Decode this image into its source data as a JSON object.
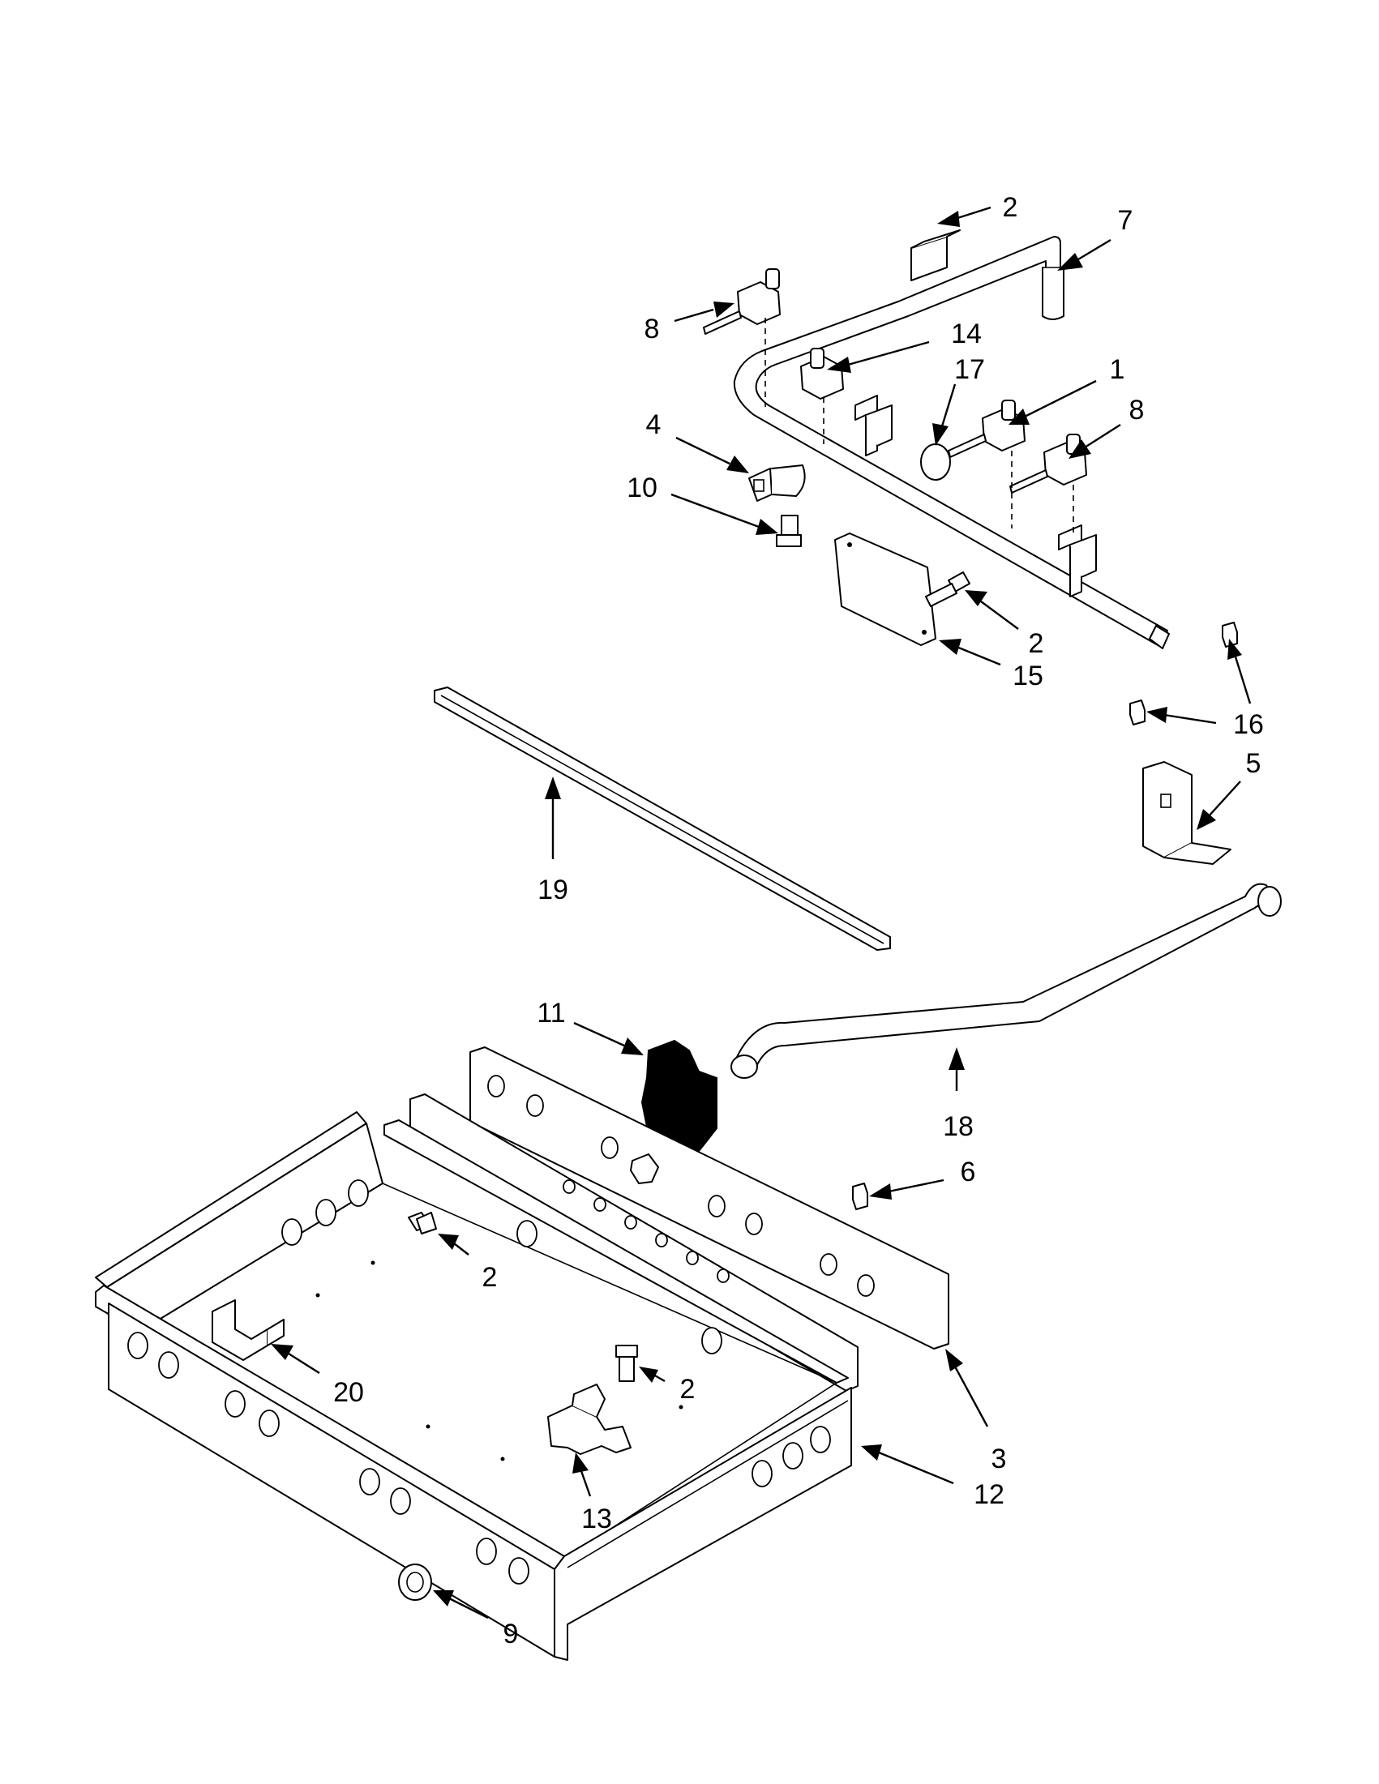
{
  "callouts": [
    {
      "label": "2"
    },
    {
      "label": "7"
    },
    {
      "label": "8"
    },
    {
      "label": "14"
    },
    {
      "label": "17"
    },
    {
      "label": "1"
    },
    {
      "label": "8"
    },
    {
      "label": "4"
    },
    {
      "label": "10"
    },
    {
      "label": "2"
    },
    {
      "label": "15"
    },
    {
      "label": "16"
    },
    {
      "label": "5"
    },
    {
      "label": "19"
    },
    {
      "label": "11"
    },
    {
      "label": "18"
    },
    {
      "label": "6"
    },
    {
      "label": "2"
    },
    {
      "label": "20"
    },
    {
      "label": "2"
    },
    {
      "label": "3"
    },
    {
      "label": "12"
    },
    {
      "label": "13"
    },
    {
      "label": "9"
    }
  ]
}
